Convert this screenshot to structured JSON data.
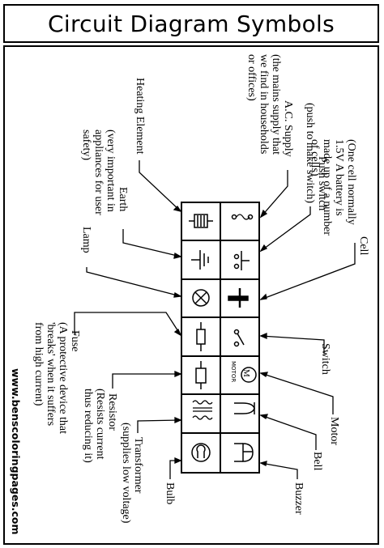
{
  "title": "Circuit Diagram Symbols",
  "website": "www.benscoloringpages.com",
  "symbols": {
    "cell": {
      "label": "Cell",
      "note": "(One cell normally 1.5V A battery is made up of a number of cells)"
    },
    "push_switch": {
      "label": "Push switch",
      "note": "(push to make switch)"
    },
    "ac_supply": {
      "label": "A.C. Supply",
      "note": "(the mains supply that we find in households or offices)"
    },
    "heating_element": {
      "label": "Heating Element"
    },
    "earth": {
      "label": "Earth",
      "note": "(very important in appliances for user safety)"
    },
    "lamp": {
      "label": "Lamp"
    },
    "switch": {
      "label": "Switch"
    },
    "fuse": {
      "label": "Fuse",
      "note": "(A protective device that 'breaks' when it suffers from high current)"
    },
    "motor": {
      "label": "Motor",
      "symbol_text": "MOTOR",
      "symbol_letter": "M"
    },
    "resistor": {
      "label": "Resistor",
      "note": "(Resists current thus reducing it)"
    },
    "bell": {
      "label": "Bell"
    },
    "transformer": {
      "label": "Transformer",
      "note": "(supplies low voltage)"
    },
    "buzzer": {
      "label": "Buzzer"
    },
    "bulb": {
      "label": "Bulb"
    }
  }
}
